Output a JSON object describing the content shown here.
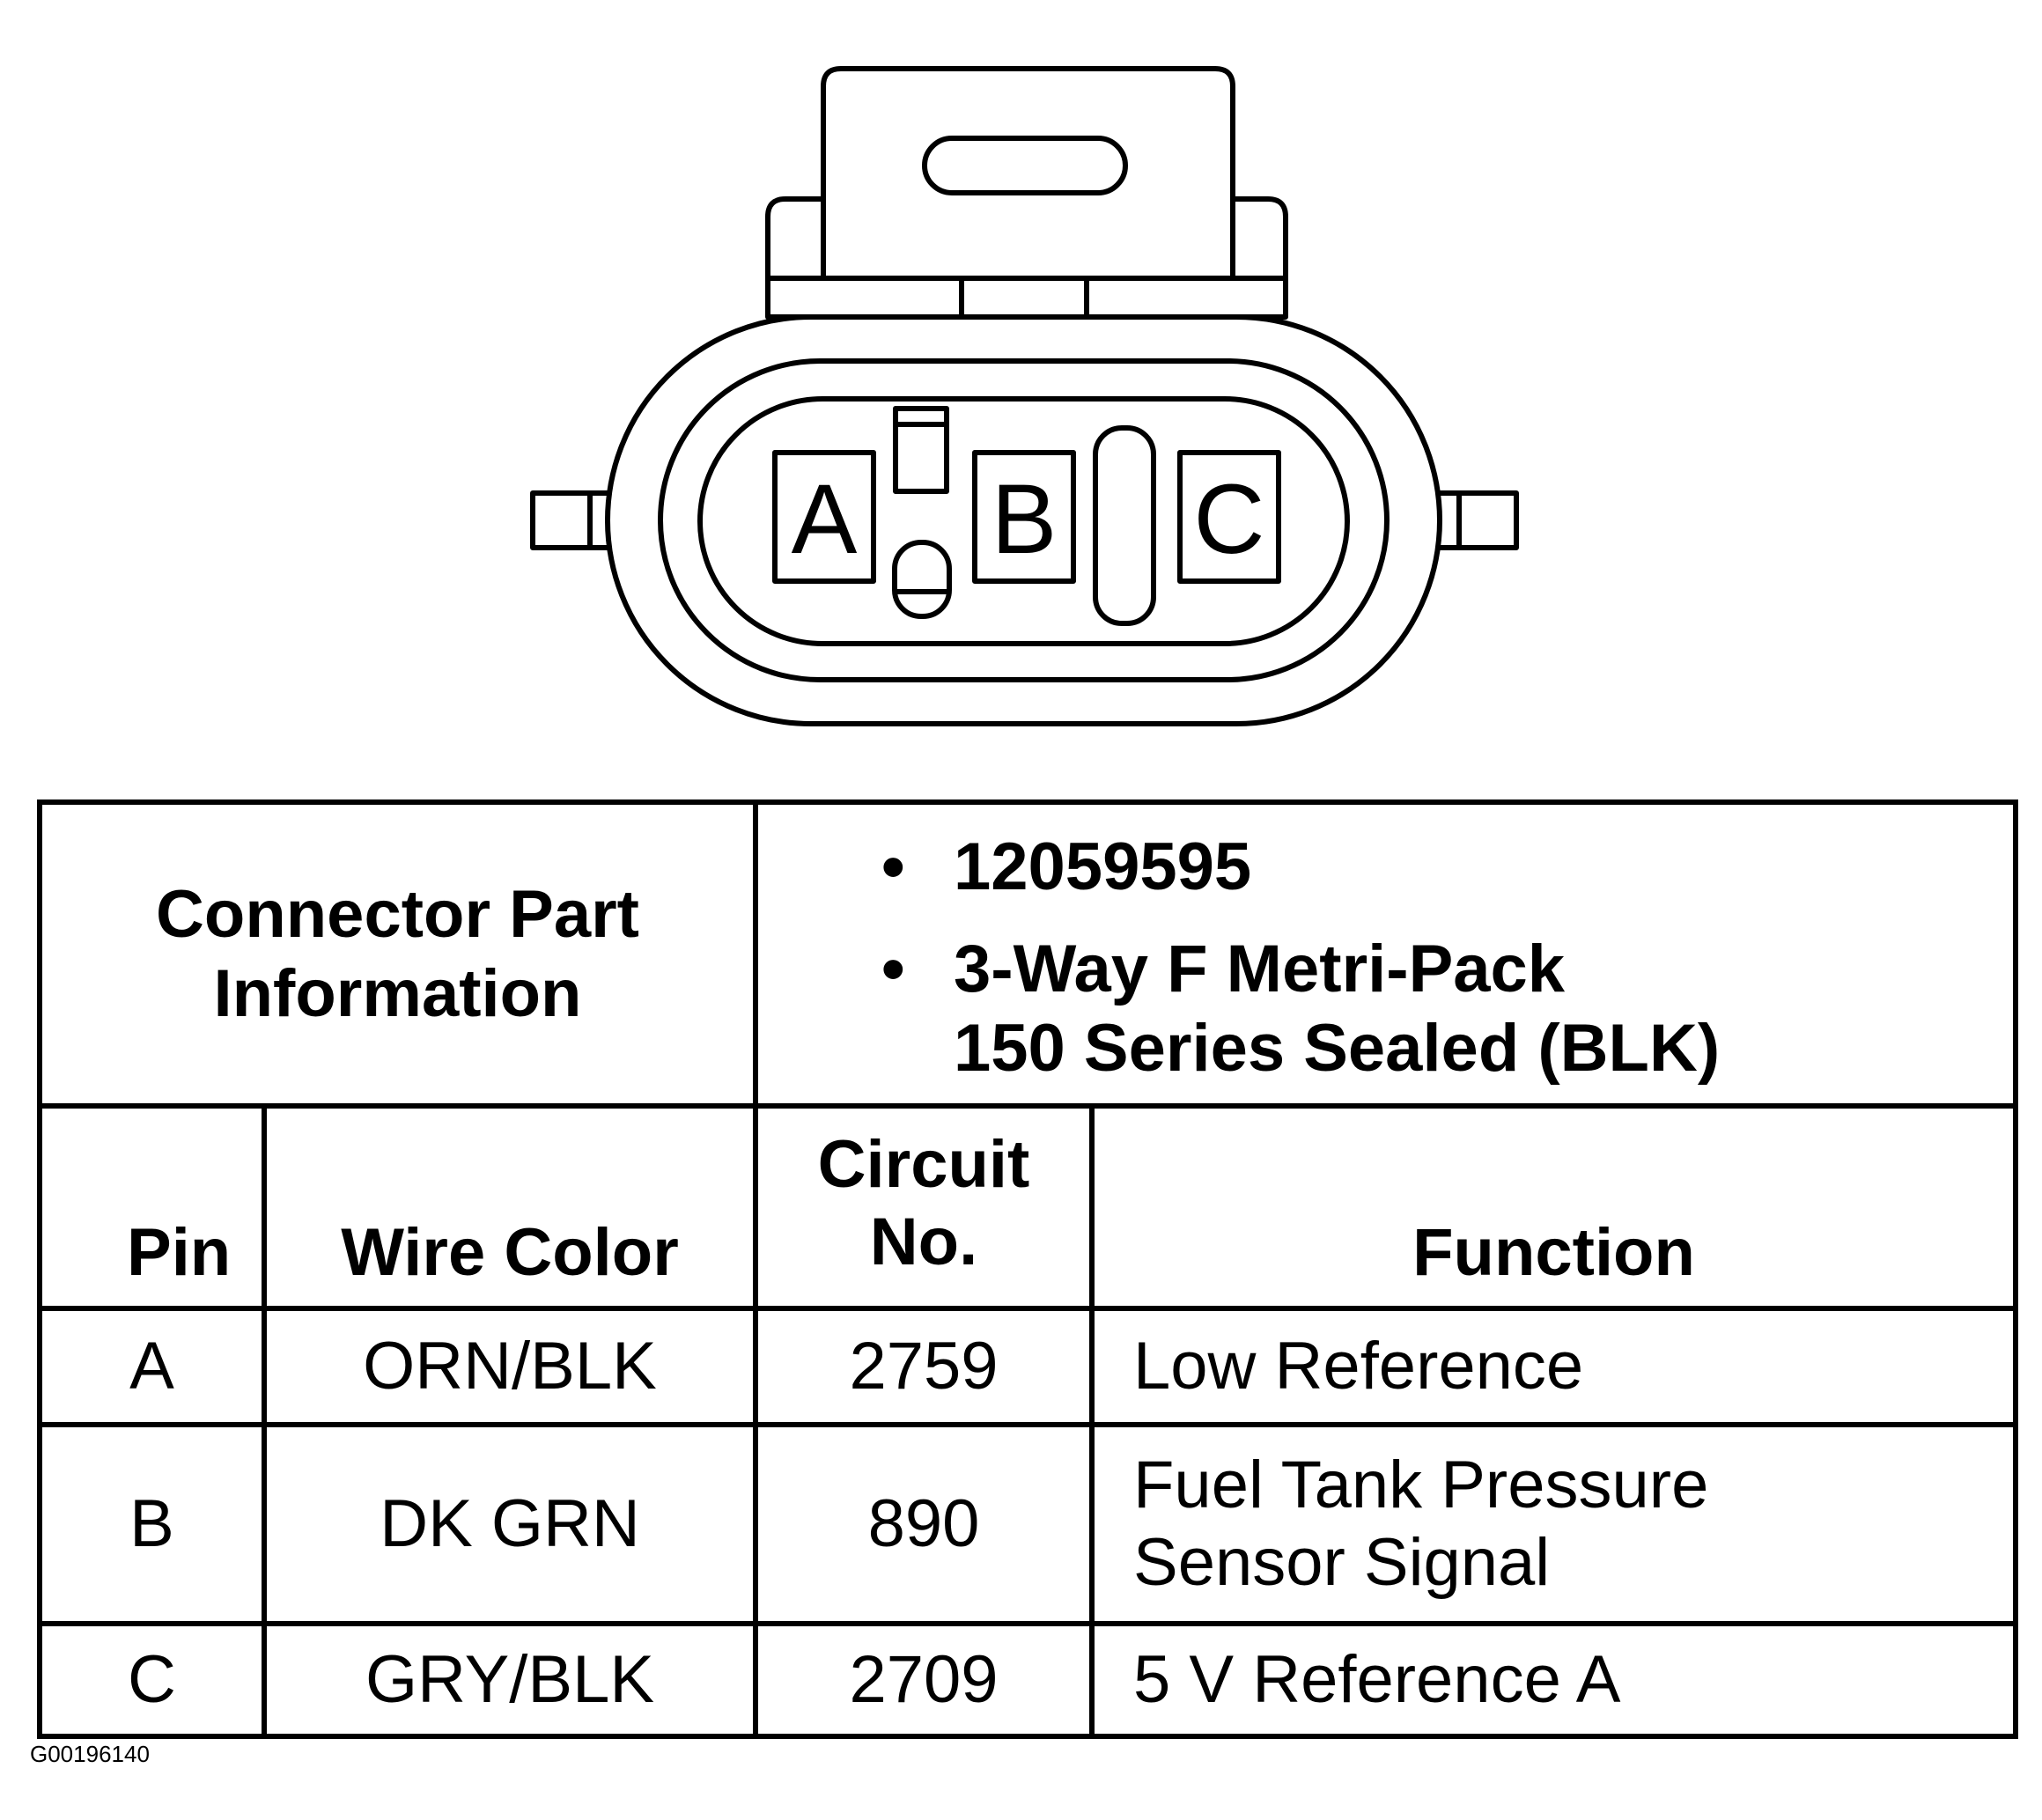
{
  "connector": {
    "pins": [
      "A",
      "B",
      "C"
    ]
  },
  "part_info": {
    "header_line1": "Connector Part",
    "header_line2": "Information",
    "part_number": "12059595",
    "description_line1": "3-Way F Metri-Pack",
    "description_line2": "150 Series Sealed (BLK)"
  },
  "columns": {
    "pin": "Pin",
    "wire_color": "Wire Color",
    "circuit_line1": "Circuit",
    "circuit_line2": "No.",
    "function": "Function"
  },
  "rows": [
    {
      "pin": "A",
      "wire_color": "ORN/BLK",
      "circuit": "2759",
      "function_line1": "Low Reference",
      "function_line2": ""
    },
    {
      "pin": "B",
      "wire_color": "DK GRN",
      "circuit": "890",
      "function_line1": "Fuel Tank Pressure",
      "function_line2": "Sensor Signal"
    },
    {
      "pin": "C",
      "wire_color": "GRY/BLK",
      "circuit": "2709",
      "function_line1": "5 V Reference A",
      "function_line2": ""
    }
  ],
  "figure_id": "G00196140"
}
